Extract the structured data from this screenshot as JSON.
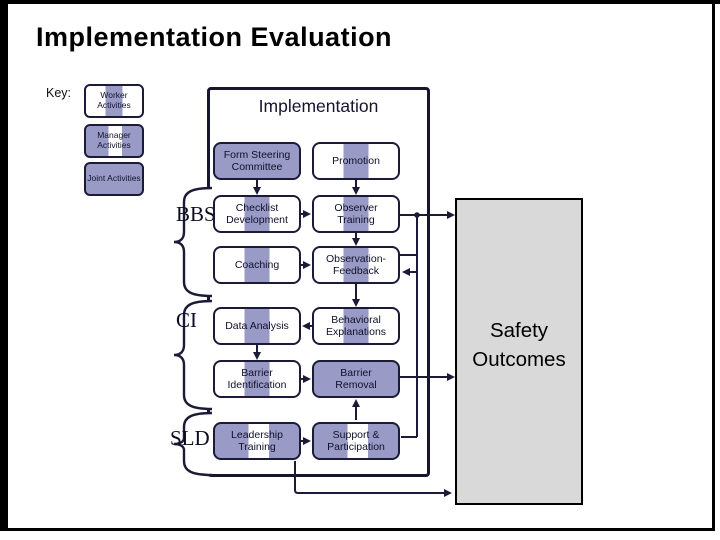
{
  "slide": {
    "title": "Implementation Evaluation"
  },
  "key": {
    "label": "Key:",
    "items": [
      {
        "label": "Worker Activities",
        "type": "worker"
      },
      {
        "label": "Manager Activities",
        "type": "manager"
      },
      {
        "label": "Joint Activities",
        "type": "joint"
      }
    ]
  },
  "diagram": {
    "container_title": "Implementation",
    "groups": [
      {
        "label": "BBS"
      },
      {
        "label": "CI"
      },
      {
        "label": "SLD"
      }
    ],
    "nodes": [
      {
        "label": "Form Steering Committee",
        "type": "joint"
      },
      {
        "label": "Promotion",
        "type": "worker"
      },
      {
        "label": "Checklist Development",
        "type": "worker"
      },
      {
        "label": "Observer Training",
        "type": "worker"
      },
      {
        "label": "Coaching",
        "type": "worker"
      },
      {
        "label": "Observation-Feedback",
        "type": "worker"
      },
      {
        "label": "Data Analysis",
        "type": "worker"
      },
      {
        "label": "Behavioral Explanations",
        "type": "worker"
      },
      {
        "label": "Barrier Identification",
        "type": "worker"
      },
      {
        "label": "Barrier Removal",
        "type": "joint"
      },
      {
        "label": "Leadership Training",
        "type": "manager"
      },
      {
        "label": "Support & Participation",
        "type": "manager"
      }
    ],
    "outcome": {
      "label": "Safety Outcomes"
    },
    "colors": {
      "activity_purple": "#9a9ac7",
      "line_ink": "#1b1b38",
      "outcome_gray": "#d9d9d9"
    }
  }
}
